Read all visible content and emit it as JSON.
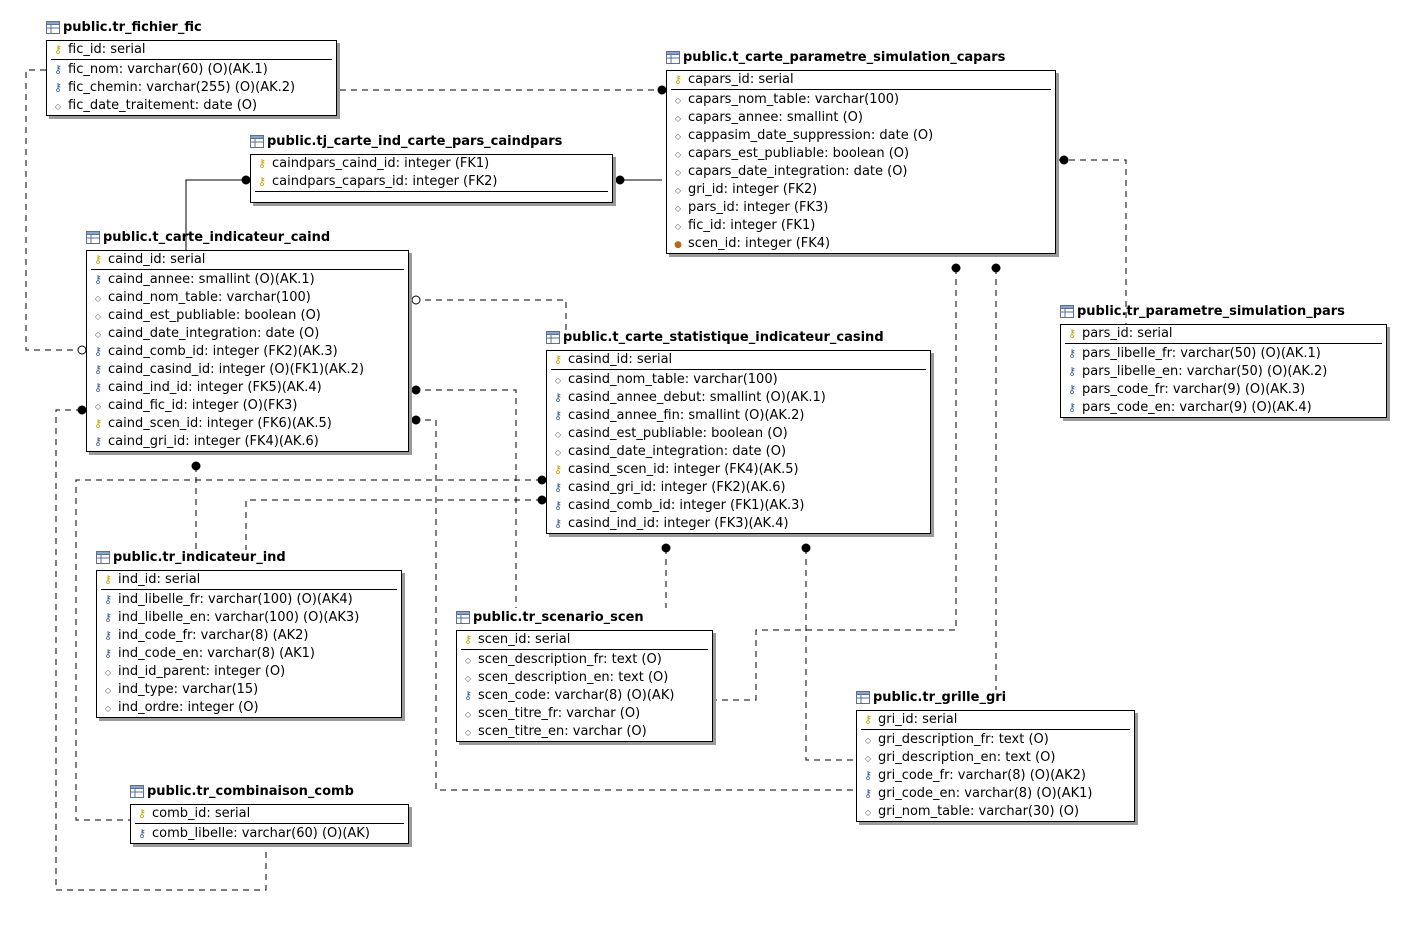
{
  "entities": {
    "fichier": {
      "title": "public.tr_fichier_fic",
      "pk": "fic_id: serial",
      "cols": [
        {
          "icon": "ak",
          "text": "fic_nom: varchar(60) (O)(AK.1)"
        },
        {
          "icon": "ak",
          "text": "fic_chemin: varchar(255) (O)(AK.2)"
        },
        {
          "icon": "col",
          "text": "fic_date_traitement: date (O)"
        }
      ]
    },
    "capars": {
      "title": "public.t_carte_parametre_simulation_capars",
      "pk": "capars_id: serial",
      "cols": [
        {
          "icon": "col",
          "text": "capars_nom_table: varchar(100)"
        },
        {
          "icon": "col",
          "text": "capars_annee: smallint (O)"
        },
        {
          "icon": "col",
          "text": "cappasim_date_suppression: date (O)"
        },
        {
          "icon": "col",
          "text": "capars_est_publiable: boolean (O)"
        },
        {
          "icon": "col",
          "text": "capars_date_integration: date (O)"
        },
        {
          "icon": "col",
          "text": "gri_id: integer (FK2)"
        },
        {
          "icon": "col",
          "text": "pars_id: integer (FK3)"
        },
        {
          "icon": "col",
          "text": "fic_id: integer (FK1)"
        },
        {
          "icon": "fk",
          "text": "scen_id: integer (FK4)"
        }
      ]
    },
    "caindpars": {
      "title": "public.tj_carte_ind_carte_pars_caindpars",
      "pk_rows": [
        {
          "icon": "key",
          "text": "caindpars_caind_id: integer (FK1)"
        },
        {
          "icon": "fkpk",
          "text": "caindpars_capars_id: integer (FK2)"
        }
      ]
    },
    "caind": {
      "title": "public.t_carte_indicateur_caind",
      "pk": "caind_id: serial",
      "cols": [
        {
          "icon": "ak",
          "text": "caind_annee: smallint (O)(AK.1)"
        },
        {
          "icon": "col",
          "text": "caind_nom_table: varchar(100)"
        },
        {
          "icon": "col",
          "text": "caind_est_publiable: boolean (O)"
        },
        {
          "icon": "col",
          "text": "caind_date_integration: date (O)"
        },
        {
          "icon": "ak",
          "text": "caind_comb_id: integer (FK2)(AK.3)"
        },
        {
          "icon": "ak",
          "text": "caind_casind_id: integer (O)(FK1)(AK.2)"
        },
        {
          "icon": "ak",
          "text": "caind_ind_id: integer (FK5)(AK.4)"
        },
        {
          "icon": "col",
          "text": "caind_fic_id: integer (O)(FK3)"
        },
        {
          "icon": "fkpk",
          "text": "caind_scen_id: integer (FK6)(AK.5)"
        },
        {
          "icon": "ak",
          "text": "caind_gri_id: integer (FK4)(AK.6)"
        }
      ]
    },
    "pars": {
      "title": "public.tr_parametre_simulation_pars",
      "pk": "pars_id: serial",
      "cols": [
        {
          "icon": "ak",
          "text": "pars_libelle_fr: varchar(50) (O)(AK.1)"
        },
        {
          "icon": "ak",
          "text": "pars_libelle_en: varchar(50) (O)(AK.2)"
        },
        {
          "icon": "ak",
          "text": "pars_code_fr: varchar(9) (O)(AK.3)"
        },
        {
          "icon": "ak",
          "text": "pars_code_en: varchar(9) (O)(AK.4)"
        }
      ]
    },
    "casind": {
      "title": "public.t_carte_statistique_indicateur_casind",
      "pk": "casind_id: serial",
      "cols": [
        {
          "icon": "col",
          "text": "casind_nom_table: varchar(100)"
        },
        {
          "icon": "ak",
          "text": "casind_annee_debut: smallint (O)(AK.1)"
        },
        {
          "icon": "ak",
          "text": "casind_annee_fin: smallint (O)(AK.2)"
        },
        {
          "icon": "col",
          "text": "casind_est_publiable: boolean (O)"
        },
        {
          "icon": "col",
          "text": "casind_date_integration: date (O)"
        },
        {
          "icon": "fkpk",
          "text": "casind_scen_id: integer (FK4)(AK.5)"
        },
        {
          "icon": "ak",
          "text": "casind_gri_id: integer (FK2)(AK.6)"
        },
        {
          "icon": "ak",
          "text": "casind_comb_id: integer (FK1)(AK.3)"
        },
        {
          "icon": "ak",
          "text": "casind_ind_id: integer (FK3)(AK.4)"
        }
      ]
    },
    "ind": {
      "title": "public.tr_indicateur_ind",
      "pk": "ind_id: serial",
      "cols": [
        {
          "icon": "ak",
          "text": "ind_libelle_fr: varchar(100) (O)(AK4)"
        },
        {
          "icon": "ak",
          "text": "ind_libelle_en: varchar(100) (O)(AK3)"
        },
        {
          "icon": "ak",
          "text": "ind_code_fr: varchar(8) (AK2)"
        },
        {
          "icon": "ak",
          "text": "ind_code_en: varchar(8) (AK1)"
        },
        {
          "icon": "col",
          "text": "ind_id_parent: integer (O)"
        },
        {
          "icon": "col",
          "text": "ind_type: varchar(15)"
        },
        {
          "icon": "col",
          "text": "ind_ordre: integer (O)"
        }
      ]
    },
    "scen": {
      "title": "public.tr_scenario_scen",
      "pk": "scen_id: serial",
      "cols": [
        {
          "icon": "col",
          "text": "scen_description_fr: text (O)"
        },
        {
          "icon": "col",
          "text": "scen_description_en: text (O)"
        },
        {
          "icon": "ak",
          "text": "scen_code: varchar(8) (O)(AK)"
        },
        {
          "icon": "col",
          "text": "scen_titre_fr: varchar (O)"
        },
        {
          "icon": "col",
          "text": "scen_titre_en: varchar (O)"
        }
      ]
    },
    "gri": {
      "title": "public.tr_grille_gri",
      "pk": "gri_id: serial",
      "cols": [
        {
          "icon": "col",
          "text": "gri_description_fr: text (O)"
        },
        {
          "icon": "col",
          "text": "gri_description_en: text (O)"
        },
        {
          "icon": "ak",
          "text": "gri_code_fr: varchar(8) (O)(AK2)"
        },
        {
          "icon": "ak",
          "text": "gri_code_en: varchar(8) (O)(AK1)"
        },
        {
          "icon": "col",
          "text": "gri_nom_table: varchar(30) (O)"
        }
      ]
    },
    "comb": {
      "title": "public.tr_combinaison_comb",
      "pk": "comb_id: serial",
      "cols": [
        {
          "icon": "ak",
          "text": "comb_libelle: varchar(60) (O)(AK)"
        }
      ]
    }
  },
  "icons": {
    "table": "table-icon",
    "key": "key-icon",
    "ak": "alternate-key-icon",
    "col": "column-icon",
    "fk": "foreign-key-icon",
    "fkpk": "foreign-primary-key-icon"
  },
  "colors": {
    "line": "#000000",
    "shadow": "#9a9a9a",
    "key": "#c8a000",
    "fk": "#b86a10",
    "ak": "#3a5f9a"
  }
}
